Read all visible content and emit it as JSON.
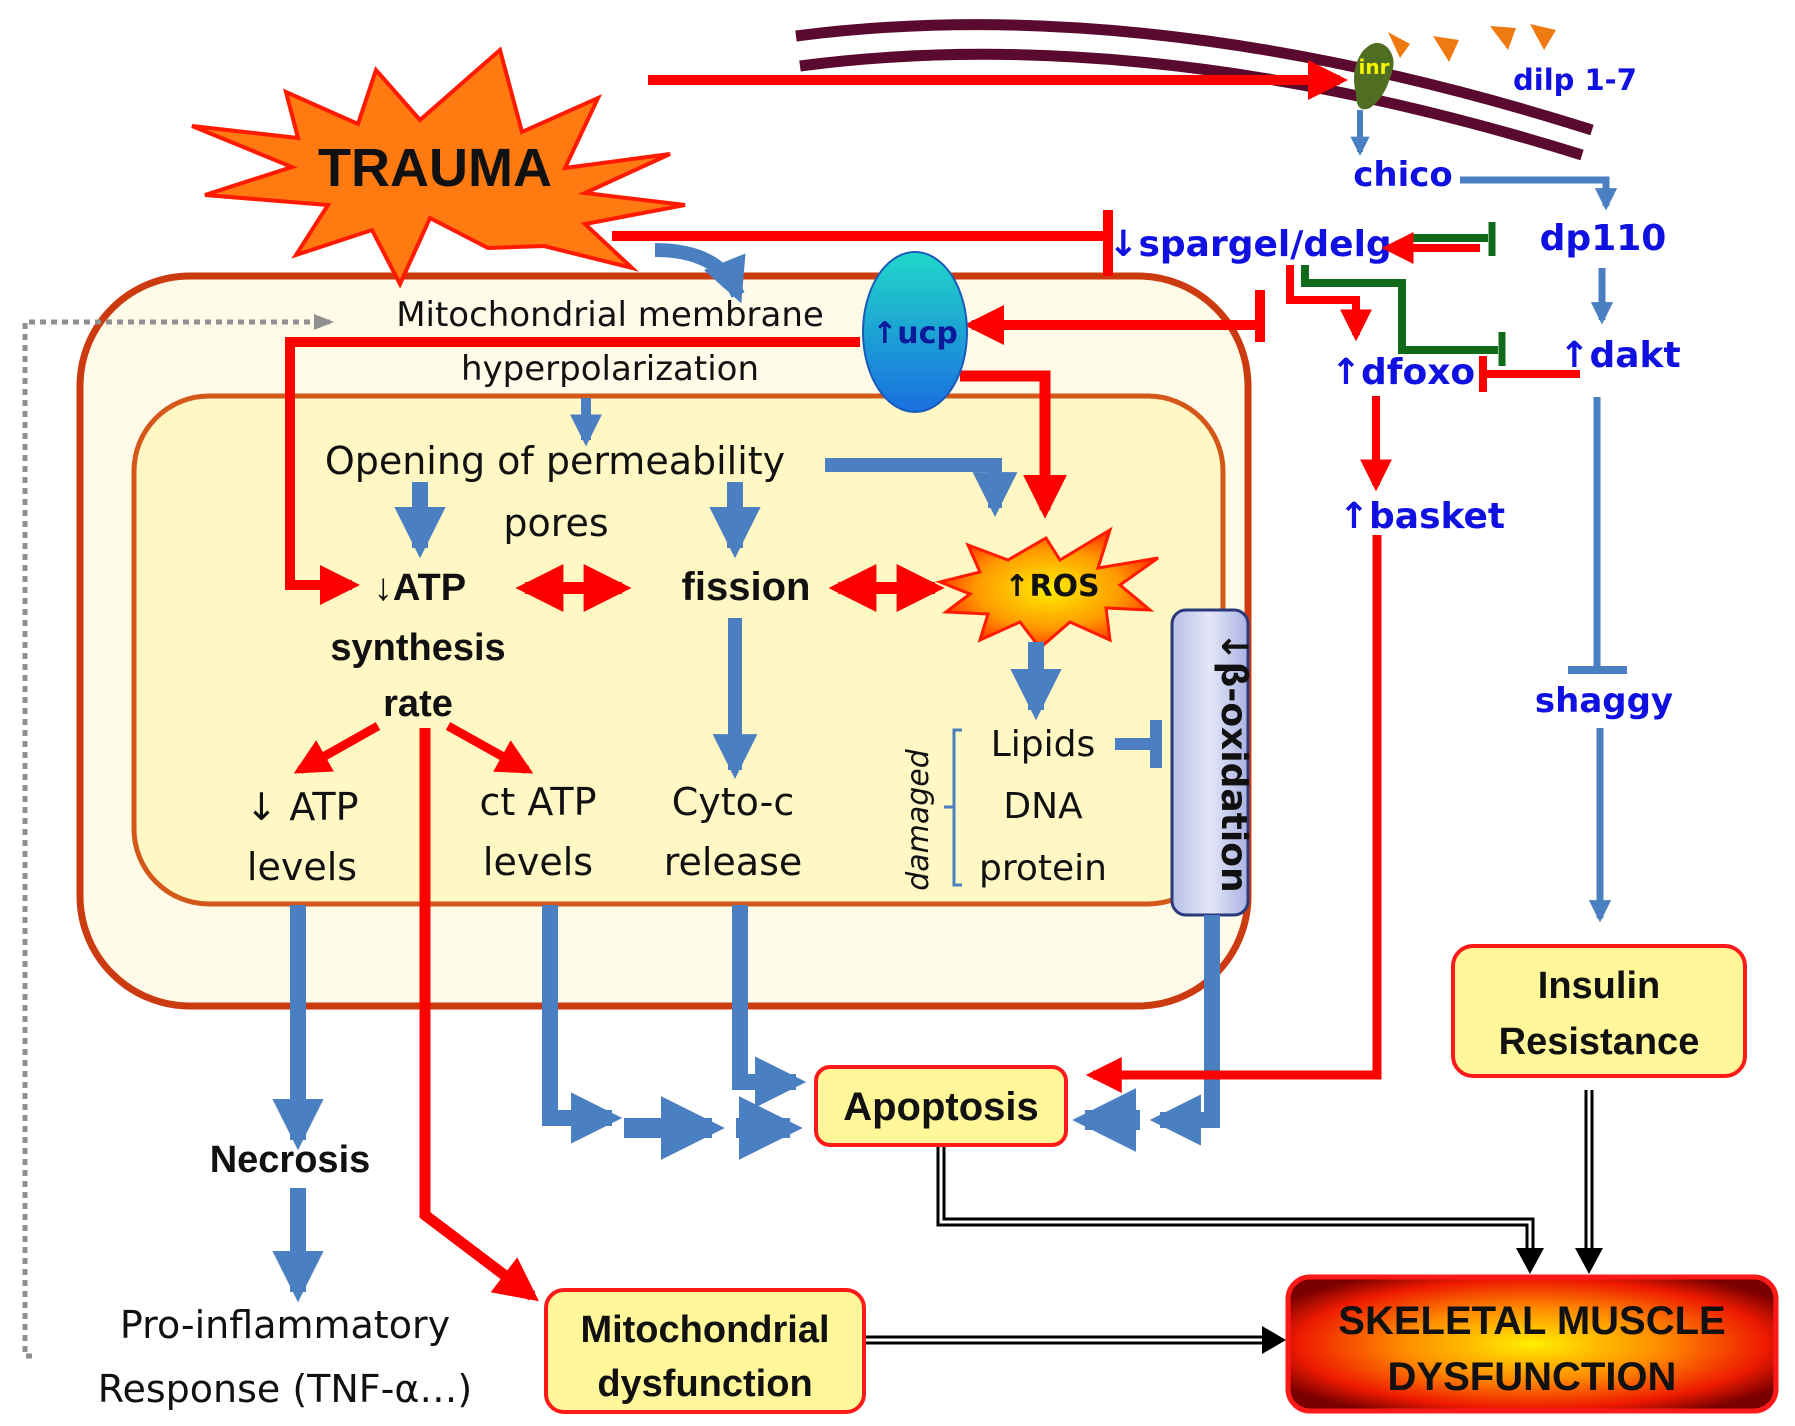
{
  "colors": {
    "activation_red": "#ff0000",
    "mito_blue": "#4a7fc1",
    "inhibition_green": "#0f6b1a",
    "pathway_text_blue": "#1010e0",
    "membrane": "#5a0a2e",
    "outer_box_fill": "#fffbe8",
    "inner_box_fill": "#fff8c4",
    "box_border": "#cc4a10",
    "node_fill": "#fff79a",
    "trauma_fill": "#ff7a10"
  },
  "trauma": {
    "label": "TRAUMA"
  },
  "membrane": {
    "receptor_label": "inr",
    "ligand_label": "dilp 1-7"
  },
  "insulin_pathway": {
    "chico": "chico",
    "dp110": "dp110",
    "spargel": "↓spargel/delg",
    "dakt": "↑dakt",
    "dfoxo": "↑dfoxo",
    "basket": "↑basket",
    "shaggy": "shaggy"
  },
  "mitochondria": {
    "membrane_line1": "Mitochondrial membrane",
    "membrane_line2": "hyperpolarization",
    "ucp": "↑ucp",
    "pores_line1": "Opening of permeability",
    "pores_line2": "pores",
    "atp_line1": "↓ATP",
    "atp_line2": "synthesis",
    "atp_line3": "rate",
    "fission": "fission",
    "ros": "↑ROS",
    "atp_levels_line1": "↓ ATP",
    "atp_levels_line2": "levels",
    "ct_atp_line1": "ct ATP",
    "ct_atp_line2": "levels",
    "cyto_line1": "Cyto-c",
    "cyto_line2": "release",
    "damaged": "damaged",
    "lipids": "Lipids",
    "dna": "DNA",
    "protein": "protein",
    "beta_oxidation": "↓β-oxidation"
  },
  "outcomes": {
    "necrosis": "Necrosis",
    "inflammatory_line1": "Pro-inflammatory",
    "inflammatory_line2": "Response (TNF-α…)",
    "apoptosis": "Apoptosis",
    "mito_dysfunction_line1": "Mitochondrial",
    "mito_dysfunction_line2": "dysfunction",
    "insulin_line1": "Insulin",
    "insulin_line2": "Resistance",
    "skeletal_line1": "SKELETAL MUSCLE",
    "skeletal_line2": "DYSFUNCTION"
  }
}
